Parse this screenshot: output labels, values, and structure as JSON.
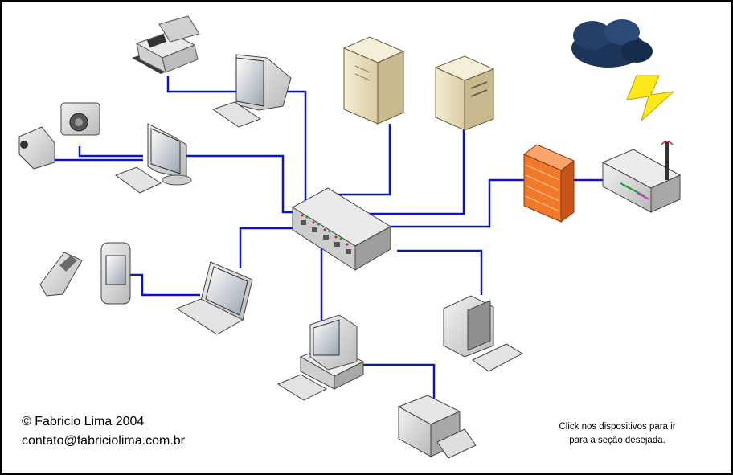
{
  "credit": {
    "copyright": "© Fabricio Lima 2004",
    "email": "contato@fabriciolima.com.br"
  },
  "hint": {
    "line1": "Click nos dispositivos para ir",
    "line2": "para a seção desejada."
  },
  "colors": {
    "cable": "#0a14c8",
    "beige": "#e8dcb8",
    "gray": "#d7d7d7",
    "firewall": "#f07a2a",
    "cloud": "#1c3558",
    "lightning": "#ffe81a"
  },
  "devices": [
    "fax-icon",
    "desktop-monitor-icon",
    "tower-server-icon",
    "server-icon",
    "storm-cloud-icon",
    "camera-icon",
    "video-camera-icon",
    "workstation-icon",
    "network-switch-icon",
    "firewall-icon",
    "wireless-router-icon",
    "cellphone-icon",
    "pda-icon",
    "laptop-icon",
    "pc-icon",
    "printer-icon",
    "monitor-keyboard-icon"
  ]
}
